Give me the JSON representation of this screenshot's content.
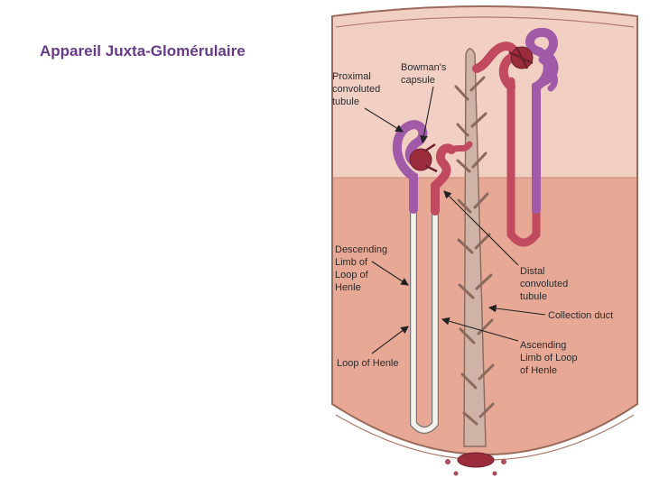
{
  "slide": {
    "title": "Appareil Juxta-Glomérulaire"
  },
  "labels": {
    "proximal": [
      "Proximal",
      "convoluted",
      "tubule"
    ],
    "bowman": [
      "Bowman's",
      "capsule"
    ],
    "descending": [
      "Descending",
      "Limb of",
      "Loop of",
      "Henle"
    ],
    "distal": [
      "Distal",
      "convoluted",
      "tubule"
    ],
    "collection": [
      "Collection duct"
    ],
    "loop": [
      "Loop of Henle"
    ],
    "ascending": [
      "Ascending",
      "Limb of Loop",
      "of Henle"
    ]
  },
  "colors": {
    "cortex": "#f2cfc3",
    "medulla": "#e7a895",
    "proximal_tubule": "#a15aa8",
    "distal_tubule": "#c24a5e",
    "glomerulus": "#9b2c3c",
    "collecting_duct": "#cfb3a6",
    "loop_tube": "#f7f1ee",
    "title": "#6a3a8a"
  }
}
